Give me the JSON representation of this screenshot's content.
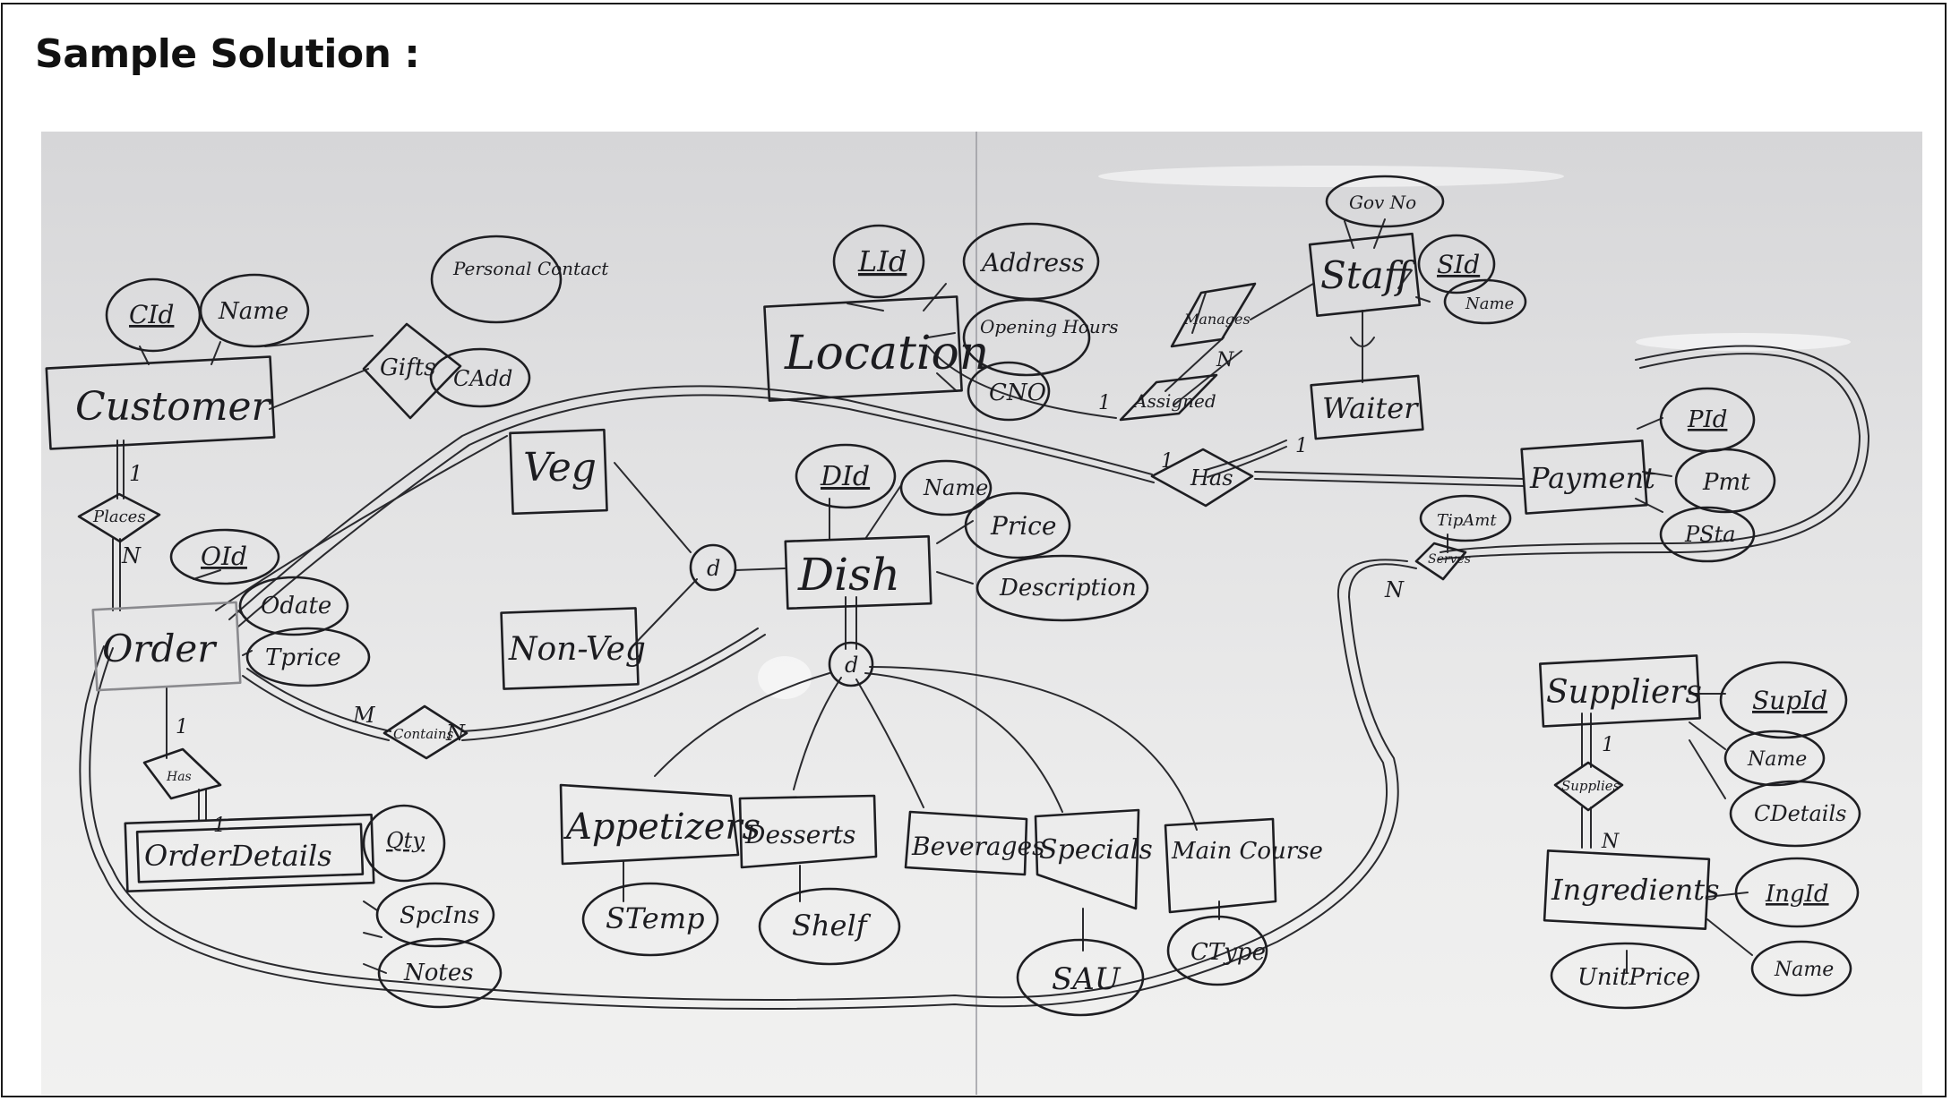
{
  "heading": "Sample Solution :",
  "diagram": {
    "entities": {
      "customer": "Customer",
      "location": "Location",
      "staff": "Staff",
      "waiter": "Waiter",
      "veg": "Veg",
      "nonveg": "Non-Veg",
      "dish": "Dish",
      "order": "Order",
      "payment": "Payment",
      "orderdetails": "OrderDetails",
      "appetizers": "Appetizers",
      "desserts": "Desserts",
      "beverages": "Beverages",
      "specials": "Specials",
      "maincourse": "Main Course",
      "suppliers": "Suppliers",
      "ingredients": "Ingredients"
    },
    "attributes": {
      "cid": "CId",
      "cname": "Name",
      "personal_contact": "Personal Contact",
      "caddr": "CAdd",
      "lid": "LId",
      "laddr": "Address",
      "opening_hours": "Opening Hours",
      "cno": "CNO",
      "gov_no": "Gov No",
      "sid": "SId",
      "sname": "Name",
      "did": "DId",
      "dname": "Name",
      "price": "Price",
      "description": "Description",
      "oid": "OId",
      "odate": "Odate",
      "tprice": "Tprice",
      "pid": "PId",
      "pmt": "Pmt",
      "pstatus": "PSta",
      "tipamt": "TipAmt",
      "qty": "Qty",
      "spcins": "SpcIns",
      "notes": "Notes",
      "stemp": "STemp",
      "shelf": "Shelf",
      "sauce": "SAU",
      "ctype": "CType",
      "supid": "SupId",
      "supname": "Name",
      "sdetails": "CDetails",
      "ingid": "IngId",
      "unitprice": "UnitPrice",
      "ingname": "Name"
    },
    "relationships": {
      "gifts": "Gifts",
      "places": "Places",
      "manages": "Manages",
      "assigned": "Assigned",
      "has": "Has",
      "serves": "Serves",
      "contains": "Contains",
      "has_details": "Has",
      "supplies": "Supplies",
      "disjoint_veg": "d",
      "disjoint_course": "d"
    },
    "cardinalities": {
      "places_1": "1",
      "places_n": "N",
      "contains_m": "M",
      "contains_n": "N",
      "has_1a": "1",
      "has_1b": "1",
      "assigned_1": "1",
      "assigned_n": "N",
      "serves_n": "N",
      "hasdet_1a": "1",
      "hasdet_1b": "1",
      "supplies_1": "1",
      "supplies_n": "N"
    }
  }
}
